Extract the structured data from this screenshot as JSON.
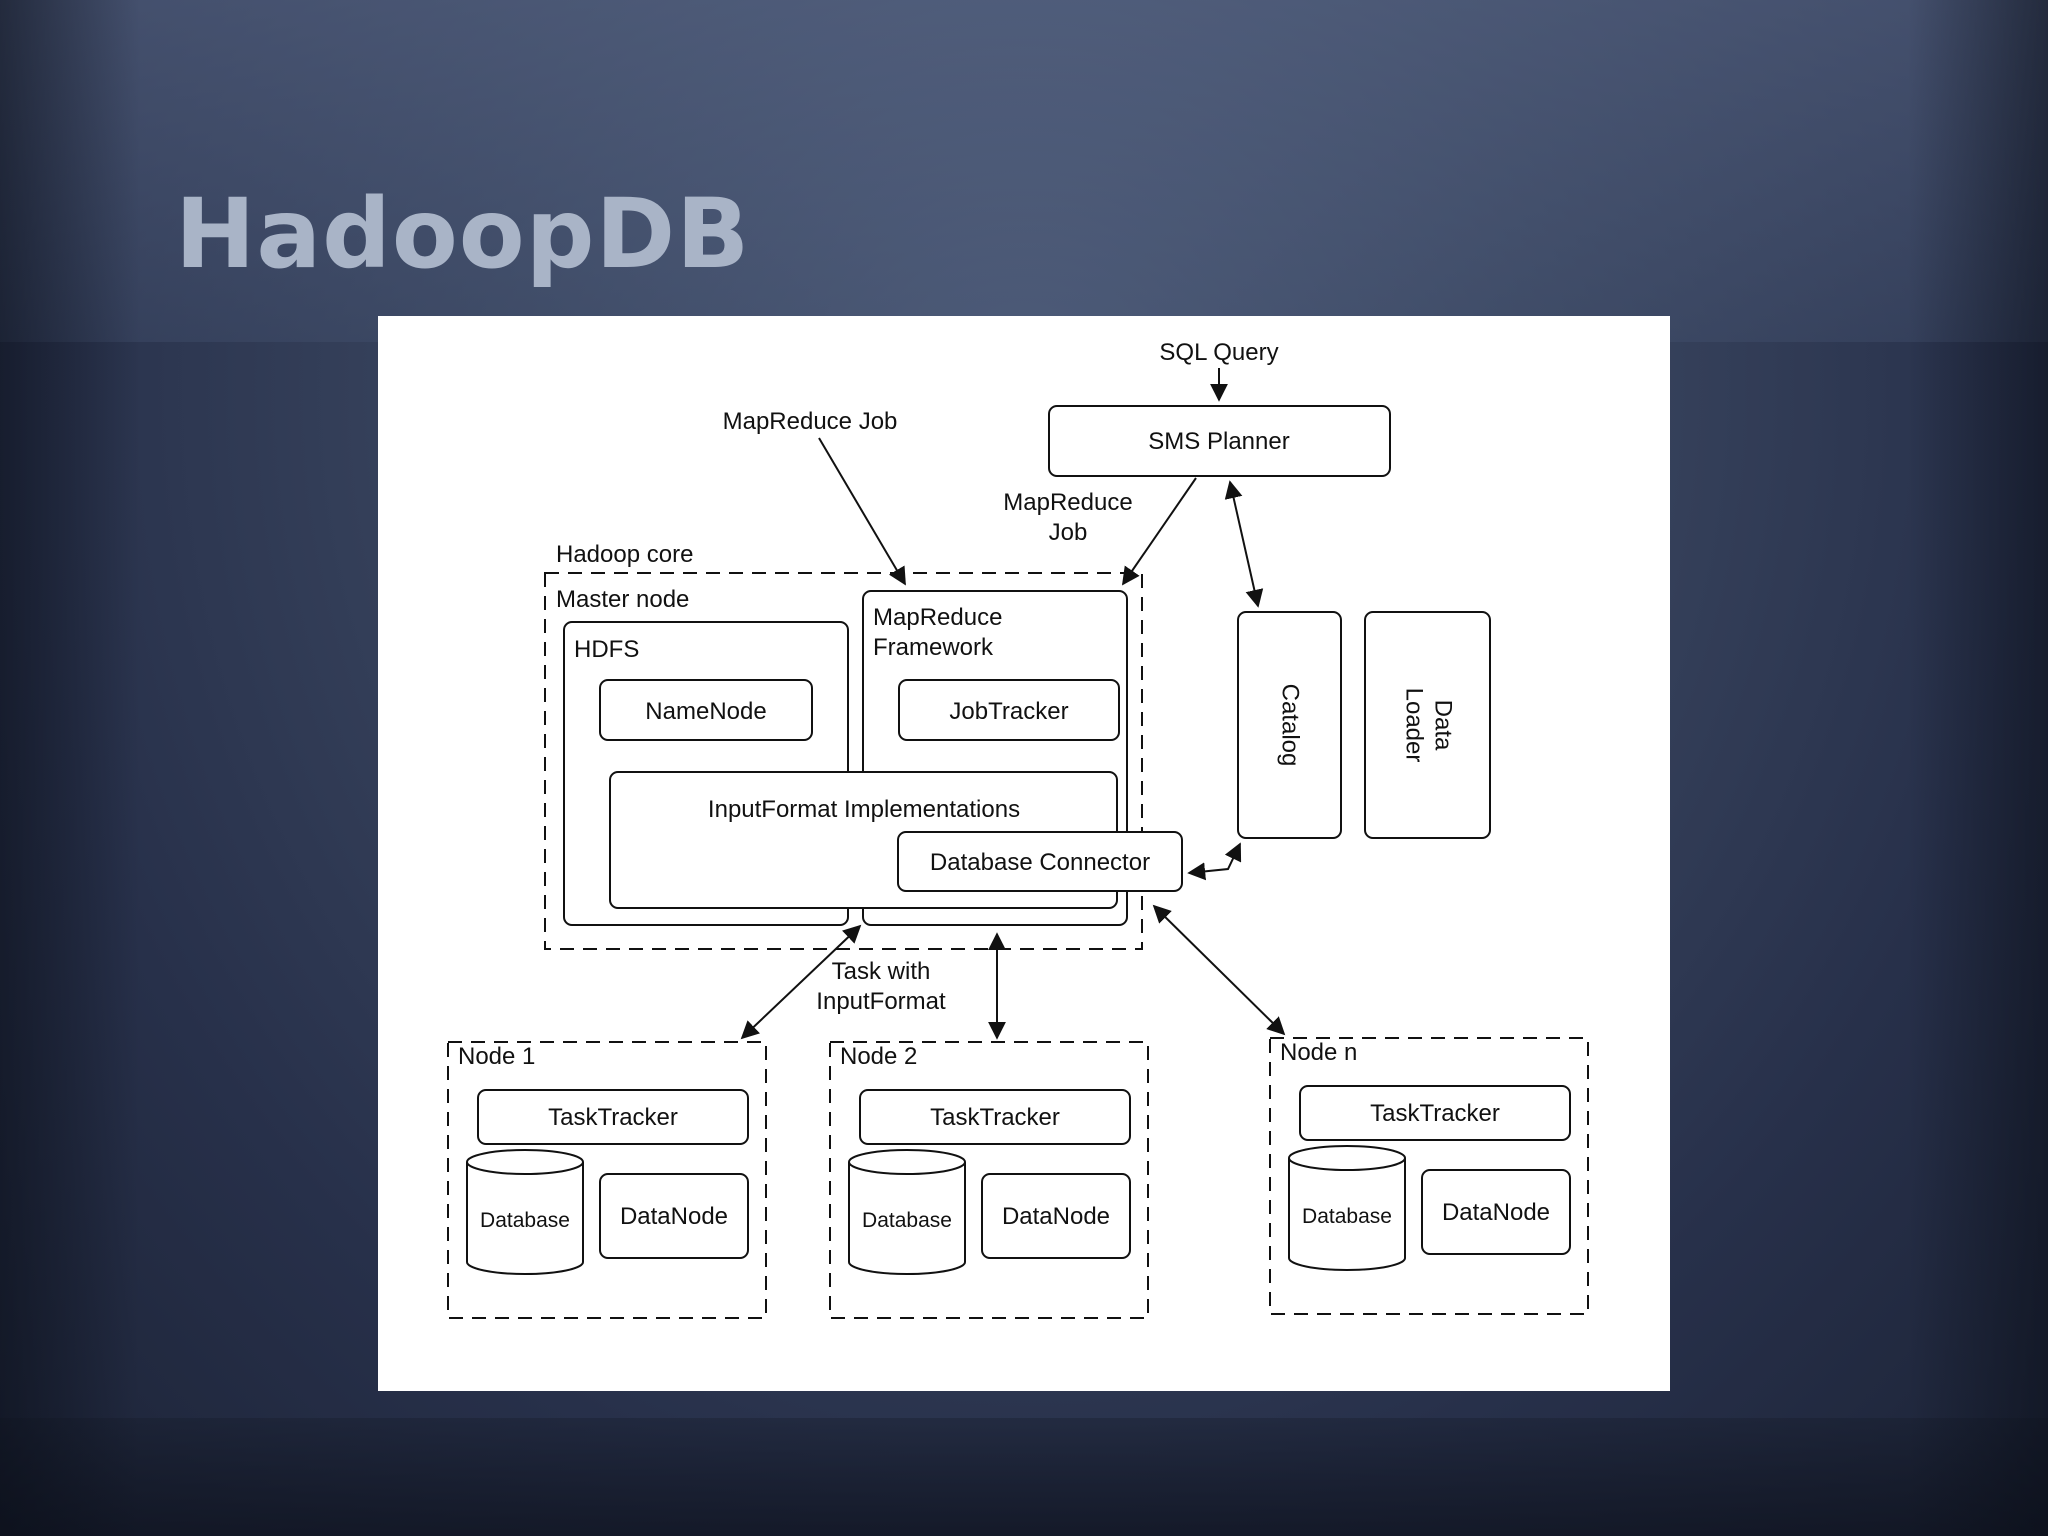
{
  "slide": {
    "title": "HadoopDB"
  },
  "diagram": {
    "sql_query": "SQL Query",
    "sms_planner": "SMS Planner",
    "mapreduce_job_left": "MapReduce Job",
    "mapreduce_job_right_line1": "MapReduce",
    "mapreduce_job_right_line2": "Job",
    "hadoop_core": "Hadoop core",
    "master_node": "Master node",
    "hdfs": "HDFS",
    "namenode": "NameNode",
    "mapreduce_framework_line1": "MapReduce",
    "mapreduce_framework_line2": "Framework",
    "jobtracker": "JobTracker",
    "inputformat_impl": "InputFormat Implementations",
    "database_connector": "Database Connector",
    "catalog": "Catalog",
    "data_loader_line1": "Data",
    "data_loader_line2": "Loader",
    "task_with_line1": "Task with",
    "task_with_line2": "InputFormat",
    "nodes": [
      {
        "label": "Node 1",
        "tasktracker": "TaskTracker",
        "database": "Database",
        "datanode": "DataNode"
      },
      {
        "label": "Node 2",
        "tasktracker": "TaskTracker",
        "database": "Database",
        "datanode": "DataNode"
      },
      {
        "label": "Node n",
        "tasktracker": "TaskTracker",
        "database": "Database",
        "datanode": "DataNode"
      }
    ]
  }
}
